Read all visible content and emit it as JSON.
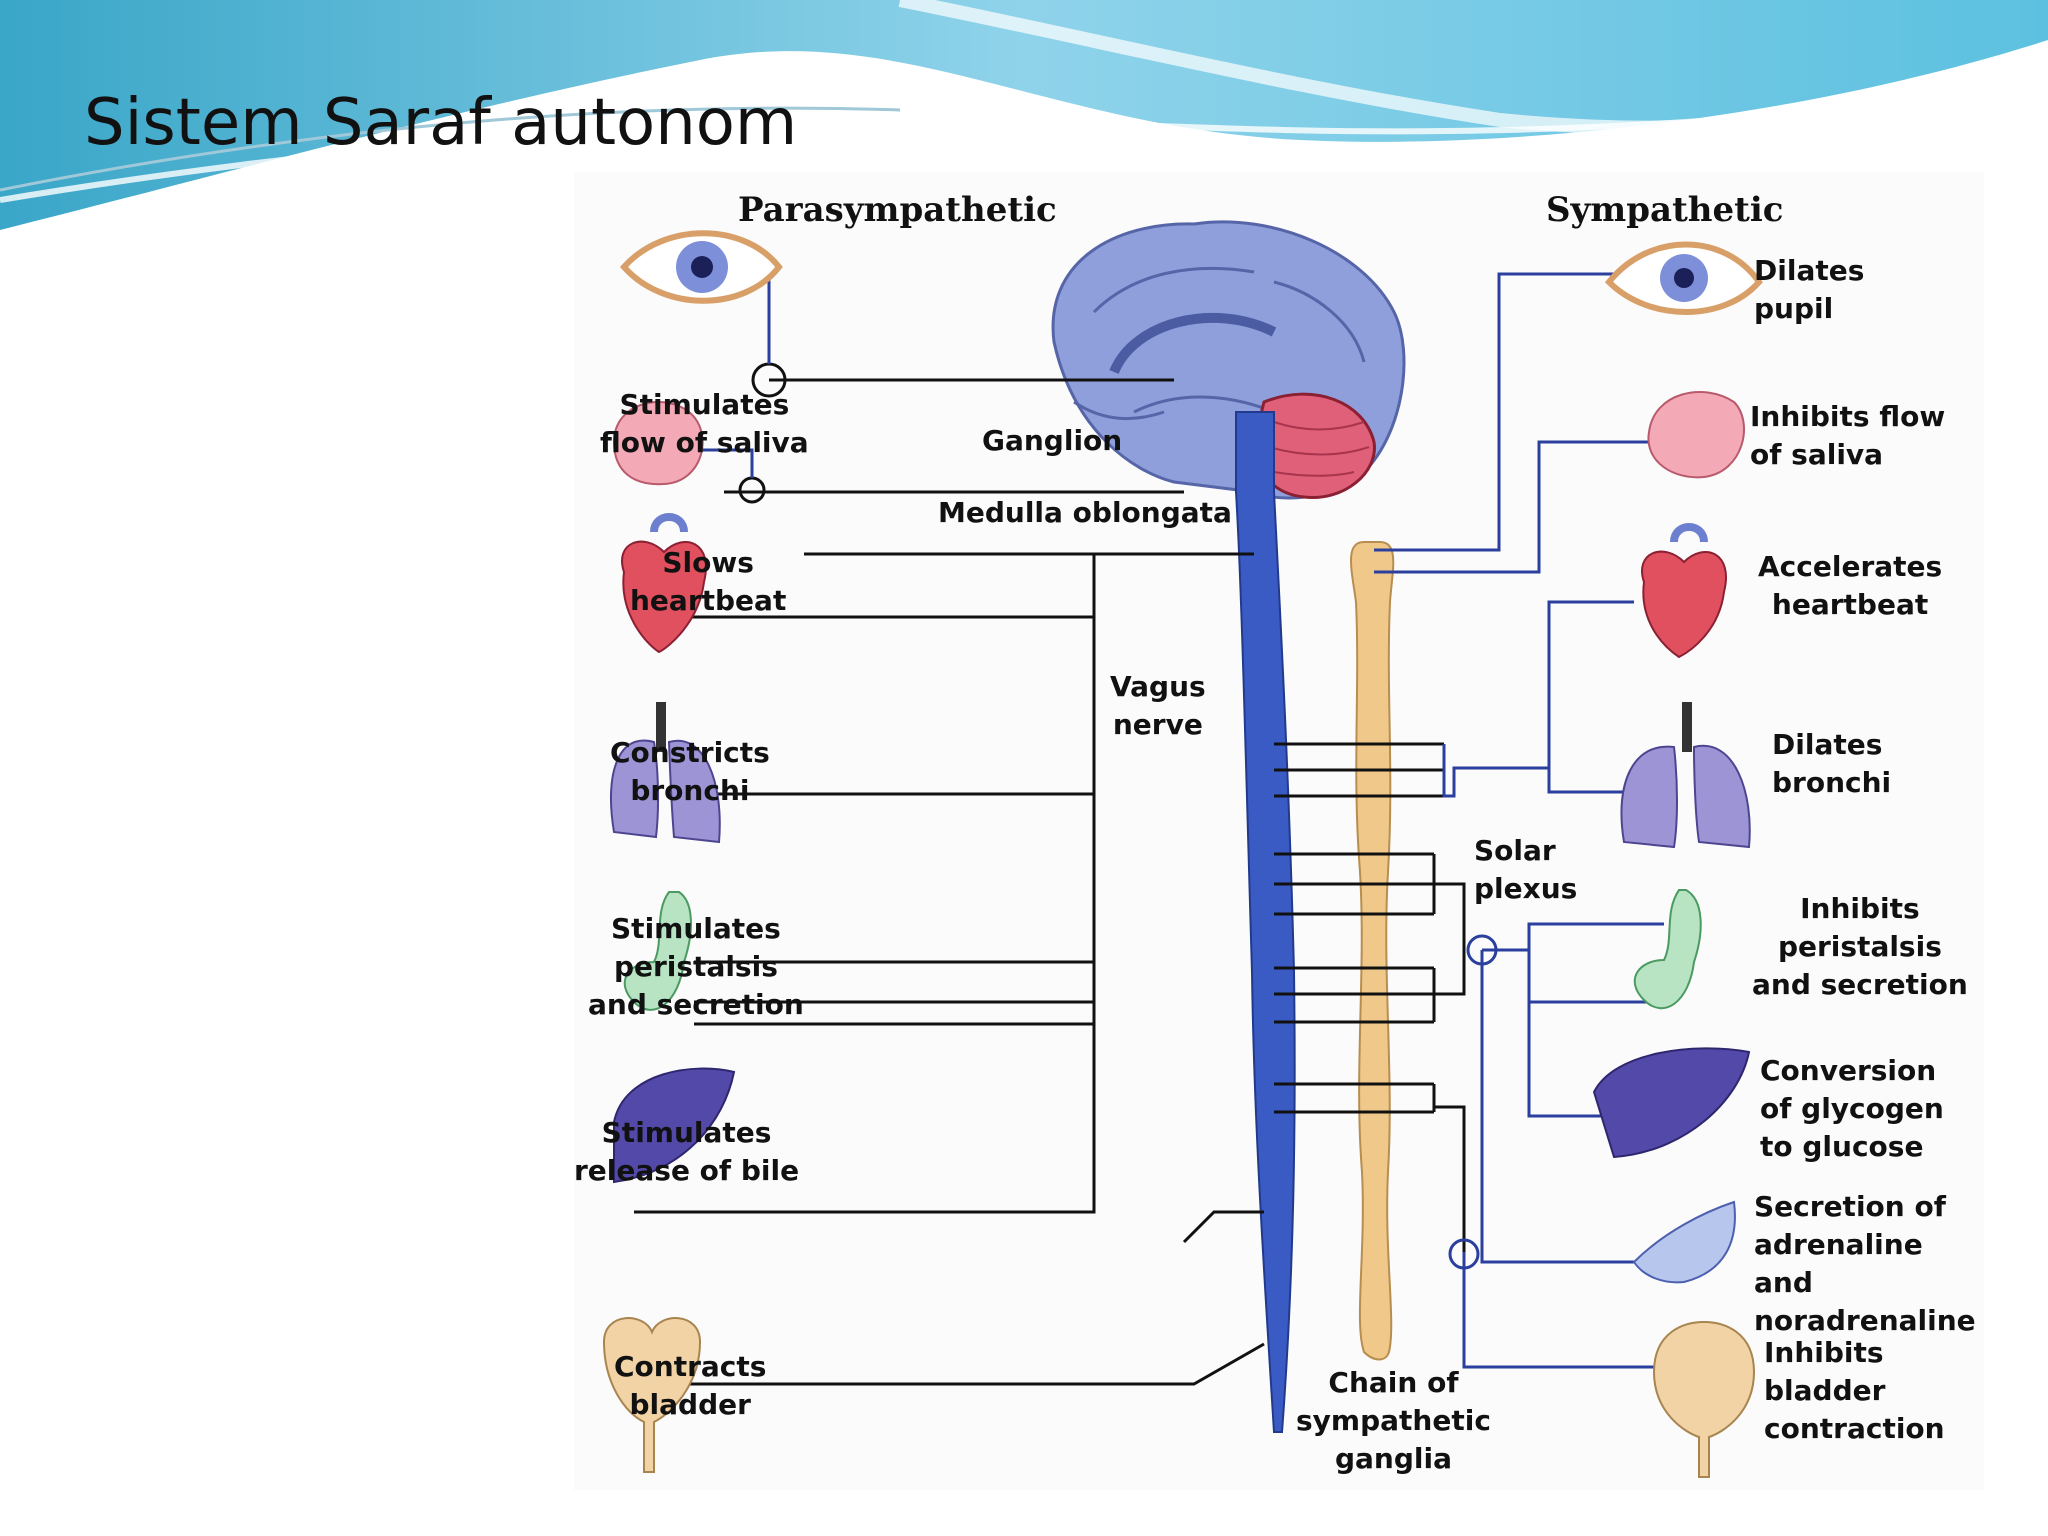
{
  "slide": {
    "title": "Sistem Saraf autonom"
  },
  "diagram": {
    "headers": {
      "parasympathetic": "Parasympathetic",
      "sympathetic": "Sympathetic"
    },
    "central_labels": {
      "ganglion": "Ganglion",
      "medulla": "Medulla oblongata",
      "vagus": "Vagus\nnerve",
      "solar_plexus": "Solar\nplexus",
      "chain": "Chain of\nsympathetic\nganglia"
    },
    "parasympathetic_effects": [
      "Stimulates\nflow of saliva",
      "Slows\nheartbeat",
      "Constricts\nbronchi",
      "Stimulates\nperistalsis\nand secretion",
      "Stimulates\nrelease of bile",
      "Contracts\nbladder"
    ],
    "sympathetic_effects": [
      "Dilates\npupil",
      "Inhibits flow\nof saliva",
      "Accelerates\nheartbeat",
      "Dilates\nbronchi",
      "Inhibits\nperistalsis\nand secretion",
      "Conversion\nof glycogen\nto glucose",
      "Secretion of\nadrenaline and\nnoradrenaline",
      "Inhibits\nbladder\ncontraction"
    ],
    "colors": {
      "nerve_parasympathetic": "#111111",
      "nerve_sympathetic": "#2a3f9e",
      "spinal_cord": "#3b5bc4",
      "sympathetic_chain": "#f0c98a",
      "brain": "#8f9fdc",
      "cerebellum": "#e0607a"
    }
  }
}
